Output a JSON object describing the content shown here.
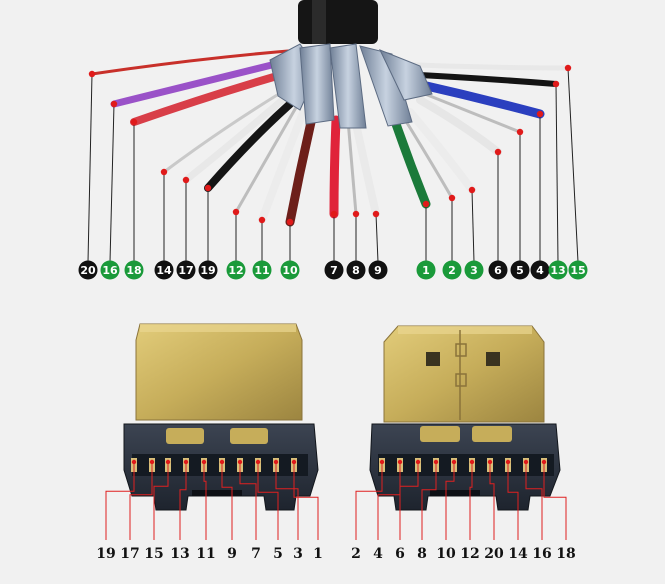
{
  "colors": {
    "background": "#f1f1f1",
    "badge_black": "#111111",
    "badge_green": "#1a9a3a",
    "marker_red": "#e01a1a",
    "leader": "#222222",
    "gold": "#c6ad5a",
    "housing": "#2c3340",
    "pin_line_red": "#e02020"
  },
  "cable": {
    "wire_badges": [
      {
        "label": "20",
        "color": "black"
      },
      {
        "label": "16",
        "color": "green"
      },
      {
        "label": "18",
        "color": "green"
      },
      {
        "label": "14",
        "color": "black"
      },
      {
        "label": "17",
        "color": "black"
      },
      {
        "label": "19",
        "color": "black"
      },
      {
        "label": "12",
        "color": "green"
      },
      {
        "label": "11",
        "color": "green"
      },
      {
        "label": "10",
        "color": "green"
      },
      {
        "label": "7",
        "color": "black"
      },
      {
        "label": "8",
        "color": "black"
      },
      {
        "label": "9",
        "color": "black"
      },
      {
        "label": "1",
        "color": "green"
      },
      {
        "label": "2",
        "color": "green"
      },
      {
        "label": "3",
        "color": "green"
      },
      {
        "label": "6",
        "color": "black"
      },
      {
        "label": "5",
        "color": "black"
      },
      {
        "label": "4",
        "color": "black"
      },
      {
        "label": "13",
        "color": "green"
      },
      {
        "label": "15",
        "color": "green"
      }
    ]
  },
  "connector_left": {
    "pin_labels": [
      "19",
      "17",
      "15",
      "13",
      "11",
      "9",
      "7",
      "5",
      "3",
      "1"
    ]
  },
  "connector_right": {
    "pin_labels": [
      "2",
      "4",
      "6",
      "8",
      "10",
      "12",
      "20",
      "14",
      "16",
      "18"
    ]
  }
}
